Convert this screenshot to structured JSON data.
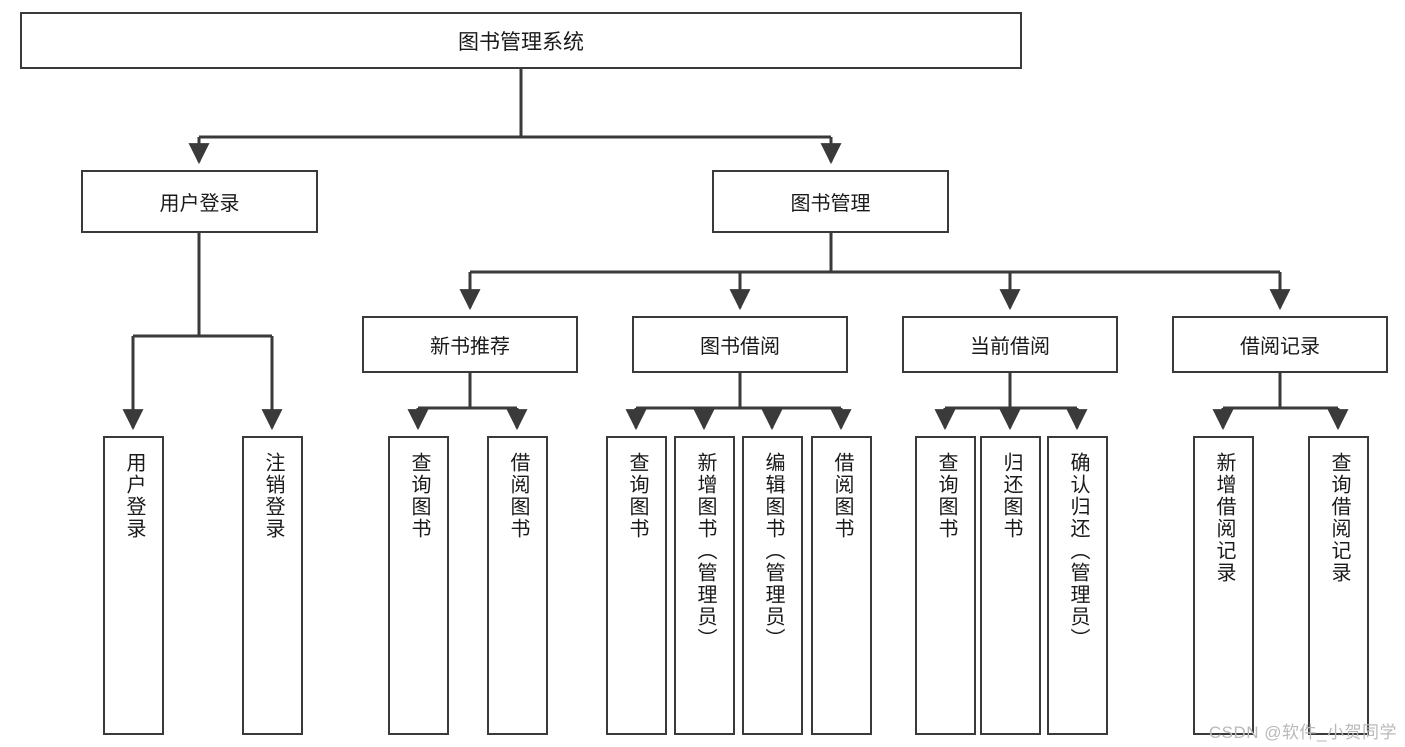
{
  "diagram": {
    "type": "tree",
    "title": "图书管理系统",
    "colors": {
      "stroke": "#3a3a3a",
      "fill": "#ffffff",
      "text": "#1a1a1a",
      "watermark": "#b9b9b9"
    },
    "root": {
      "label": "图书管理系统"
    },
    "level1": [
      {
        "label": "用户登录"
      },
      {
        "label": "图书管理"
      }
    ],
    "level2": [
      {
        "label": "新书推荐"
      },
      {
        "label": "图书借阅"
      },
      {
        "label": "当前借阅"
      },
      {
        "label": "借阅记录"
      }
    ],
    "leaves": {
      "user_login": [
        {
          "label": "用户登录"
        },
        {
          "label": "注销登录"
        }
      ],
      "new_book_recommend": [
        {
          "label": "查询图书"
        },
        {
          "label": "借阅图书"
        }
      ],
      "book_borrow": [
        {
          "label": "查询图书"
        },
        {
          "label": "新增图书（管理员）"
        },
        {
          "label": "编辑图书（管理员）"
        },
        {
          "label": "借阅图书"
        }
      ],
      "current_borrow": [
        {
          "label": "查询图书"
        },
        {
          "label": "归还图书"
        },
        {
          "label": "确认归还（管理员）"
        }
      ],
      "borrow_record": [
        {
          "label": "新增借阅记录"
        },
        {
          "label": "查询借阅记录"
        }
      ]
    }
  },
  "watermark": {
    "text": "CSDN @软件_小贺同学"
  }
}
